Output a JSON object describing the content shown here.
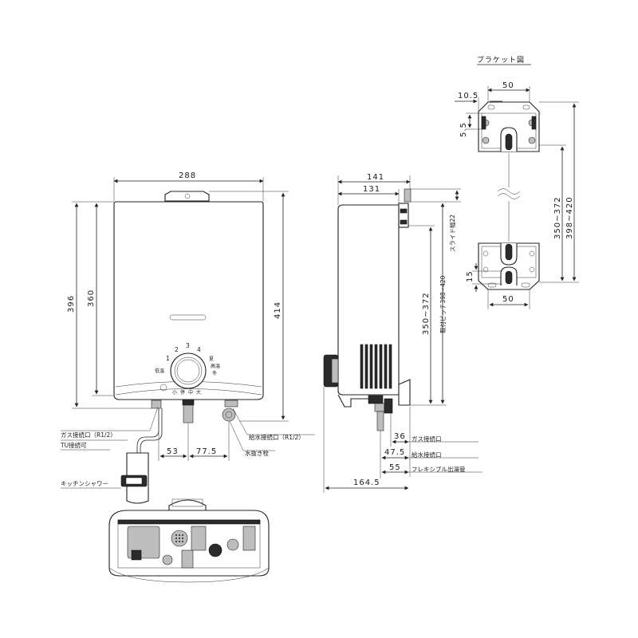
{
  "bracket_title": "ブラケット図",
  "front": {
    "width": "288",
    "height_outer": "396",
    "height_inner": "360",
    "height_total": "414",
    "dial_numbers": [
      "1",
      "2",
      "3",
      "4"
    ],
    "dial_left": "低温",
    "dial_right_top": "夏",
    "dial_right_mid": "高温",
    "dial_right_bot": "冬",
    "bottom_small": [
      "小",
      "停",
      "中",
      "大"
    ],
    "gas_port": "ガス接続口（R1/2）",
    "tu_ok": "TU接続可",
    "water_port": "給水接続口（R1/2）",
    "drain": "水抜き栓",
    "dim_53": "53",
    "dim_775": "77.5",
    "shower": "キッチンシャワー"
  },
  "side": {
    "depth_outer": "141",
    "depth_inner": "131",
    "slide_width": "スライド幅22",
    "pitch_range": "350~372",
    "mount_pitch": "取付ピッチ398~420",
    "dim_36": "36",
    "gas_label": "ガス接続口",
    "dim_475": "47.5",
    "water_label": "給水接続口",
    "dim_55": "55",
    "flex_label": "フレキシブル出湯管",
    "dim_1645": "164.5"
  },
  "bracket": {
    "top_width": "50",
    "offset": "10.5",
    "hole_h": "5.5",
    "range_inner": "350~372",
    "range_outer": "398~420",
    "slot_h": "15",
    "bottom_width": "50"
  }
}
